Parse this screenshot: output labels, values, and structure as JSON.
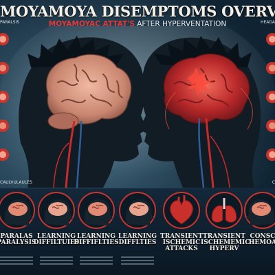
{
  "header": {
    "title": "MOYAMOYA DISEMPTOMS OVERVIEW",
    "subtitle_red": "MOYAMOYAC ATTAT'S",
    "subtitle_light": "AFTER HYPERVENTATION"
  },
  "edges": {
    "left_top": "PARALSIS",
    "right_top": "HEADA",
    "left_bottom": "CAULVULAULES",
    "right_bottom": "C"
  },
  "panels": [
    {
      "label": "PARALAS\nPARALYSIS",
      "icon": "brain-head-icon"
    },
    {
      "label": "LEARNING\nDIFFILTUIES",
      "icon": "brain-head-icon"
    },
    {
      "label": "LEARNING\nDIFFIFLTIES",
      "icon": "brain-head-icon"
    },
    {
      "label": "LEARNING\nDIFFLTIES",
      "icon": "brain-head-icon"
    },
    {
      "label": "TRANSIENT\nISCHEMIC\nATTACKS",
      "icon": "heart-icon"
    },
    {
      "label": "TRANSIENT\nISCHEMEMIC\nHYPERV",
      "icon": "lungs-icon"
    },
    {
      "label": "CONSC\nHEMOA",
      "icon": "brain-head-icon"
    }
  ],
  "colors": {
    "accent_red": "#e03a3a",
    "brain_pink": "#e8a48f",
    "brain_red": "#c9302c",
    "background": "#0e1f2c"
  }
}
